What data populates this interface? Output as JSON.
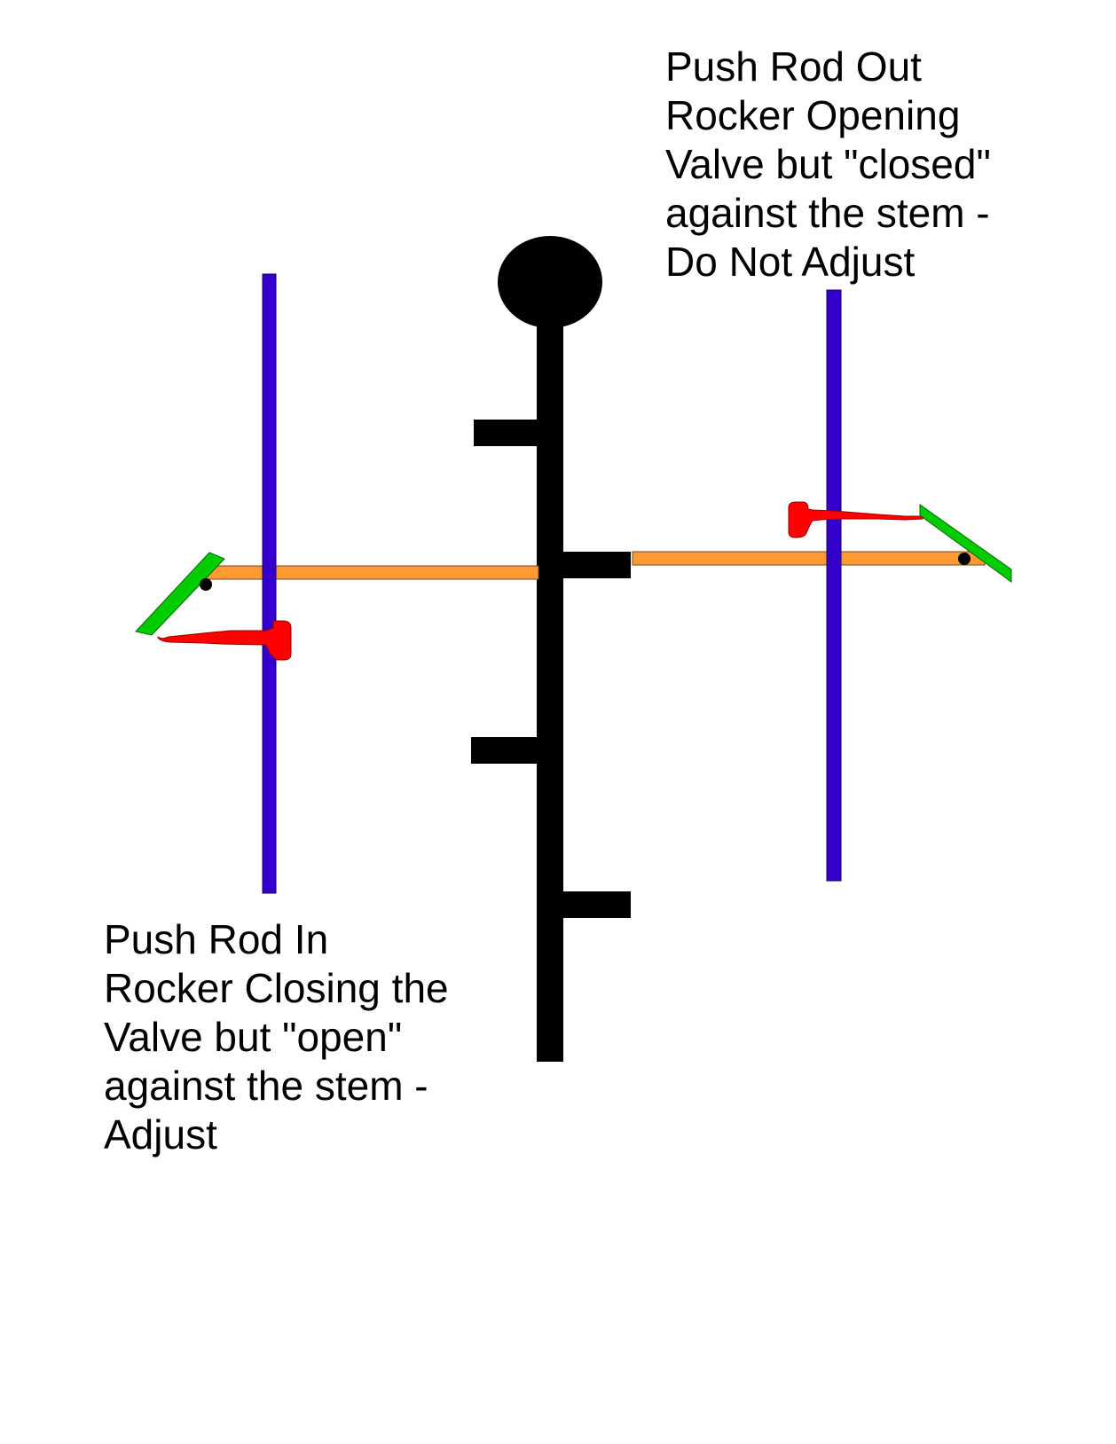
{
  "labels": {
    "right": {
      "lines": [
        "Push Rod Out",
        "Rocker Opening",
        "Valve but \"closed\"",
        "against the stem -",
        "Do Not Adjust"
      ]
    },
    "left": {
      "lines": [
        "Push Rod In",
        "Rocker Closing the",
        "Valve but \"open\"",
        "against the stem -",
        "Adjust"
      ]
    }
  },
  "colors": {
    "camshaft": "#000000",
    "push_rod": "#3300cc",
    "rocker_arm": "#ff9933",
    "rocker_tip": "#00cc00",
    "adjuster": "#ff0000",
    "pivot": "#000000"
  }
}
